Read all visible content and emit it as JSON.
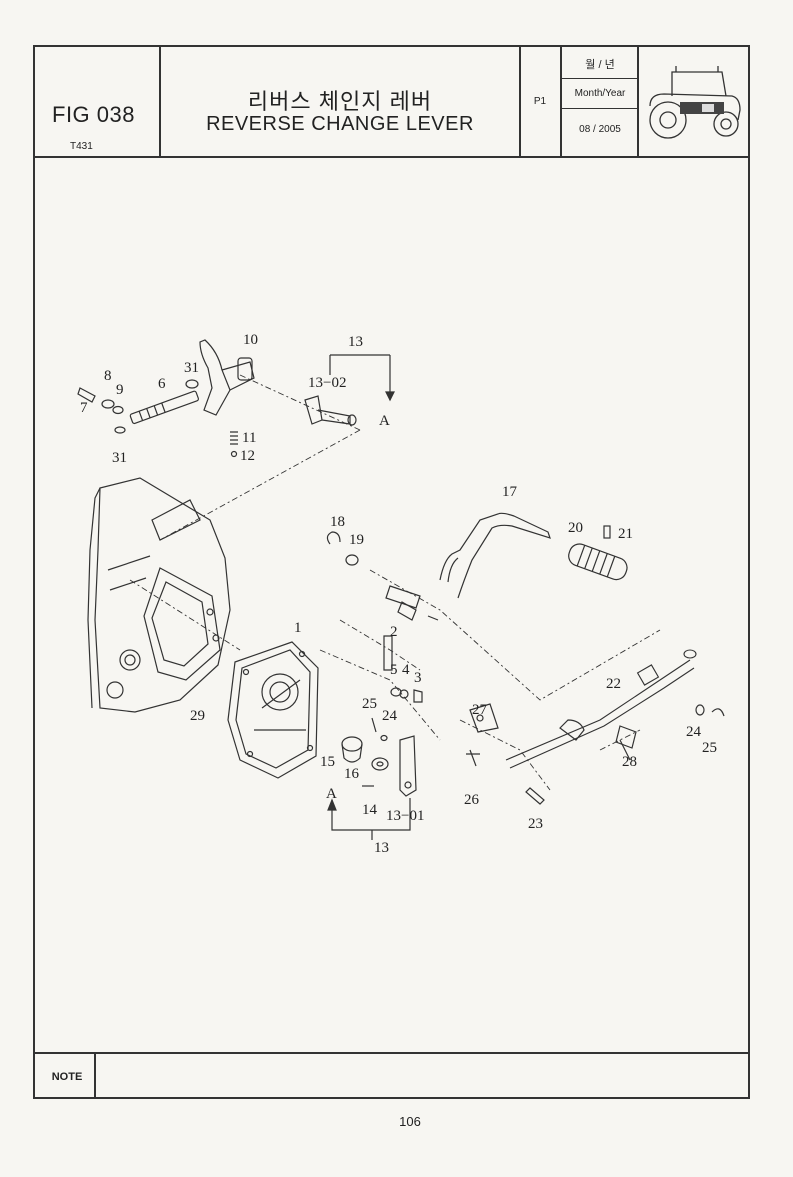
{
  "header": {
    "fig": "FIG 038",
    "model": "T431",
    "title_korean": "리버스 체인지 레버",
    "title_english": "REVERSE CHANGE LEVER",
    "page_code": "P1",
    "month_year_korean": "월 / 년",
    "month_year_label": "Month/Year",
    "date": "08 / 2005",
    "logo_icon": "tractor-icon"
  },
  "callouts": {
    "c1": "1",
    "c2": "2",
    "c3": "3",
    "c4": "4",
    "c5": "5",
    "c6": "6",
    "c7": "7",
    "c8": "8",
    "c9": "9",
    "c10": "10",
    "c11": "11",
    "c12": "12",
    "c13a": "13",
    "c13b": "13",
    "c13_01": "13−01",
    "c13_02": "13−02",
    "c14": "14",
    "c15": "15",
    "c16": "16",
    "c17": "17",
    "c18": "18",
    "c19": "19",
    "c20": "20",
    "c21": "21",
    "c22": "22",
    "c23": "23",
    "c24a": "24",
    "c24b": "24",
    "c25a": "25",
    "c25b": "25",
    "c26": "26",
    "c27": "27",
    "c28": "28",
    "c29": "29",
    "c31a": "31",
    "c31b": "31",
    "refA1": "A",
    "refA2": "A"
  },
  "note_label": "NOTE",
  "page_number": "106"
}
